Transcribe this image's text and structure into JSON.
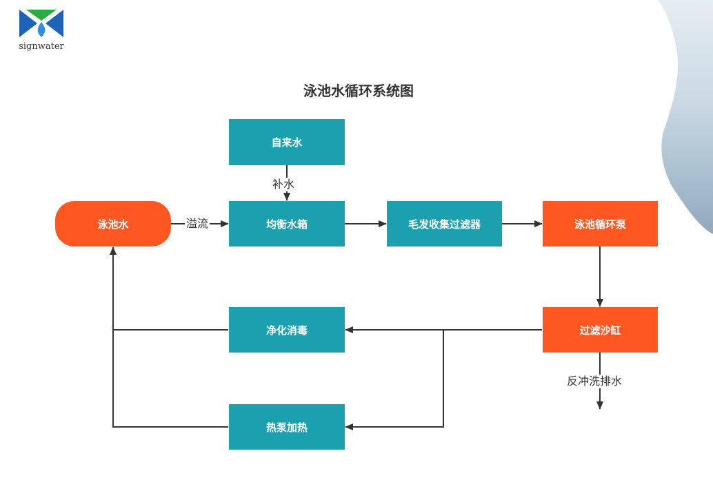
{
  "logo": {
    "text": "signwater"
  },
  "diagram": {
    "title": "泳池水循环系统图",
    "nodes": {
      "tap_water": "自来水",
      "balance_tank": "均衡水箱",
      "hair_filter": "毛发收集过滤器",
      "circ_pump": "泳池循环泵",
      "pool_water": "泳池水",
      "sand_filter": "过滤沙缸",
      "purify": "净化消毒",
      "heat_pump": "热泵加热"
    },
    "labels": {
      "makeup": "补水",
      "overflow": "溢流",
      "backwash": "反冲洗排水"
    }
  },
  "colors": {
    "teal": "#1aa0ae",
    "orange": "#ff5722",
    "line": "#333333"
  }
}
